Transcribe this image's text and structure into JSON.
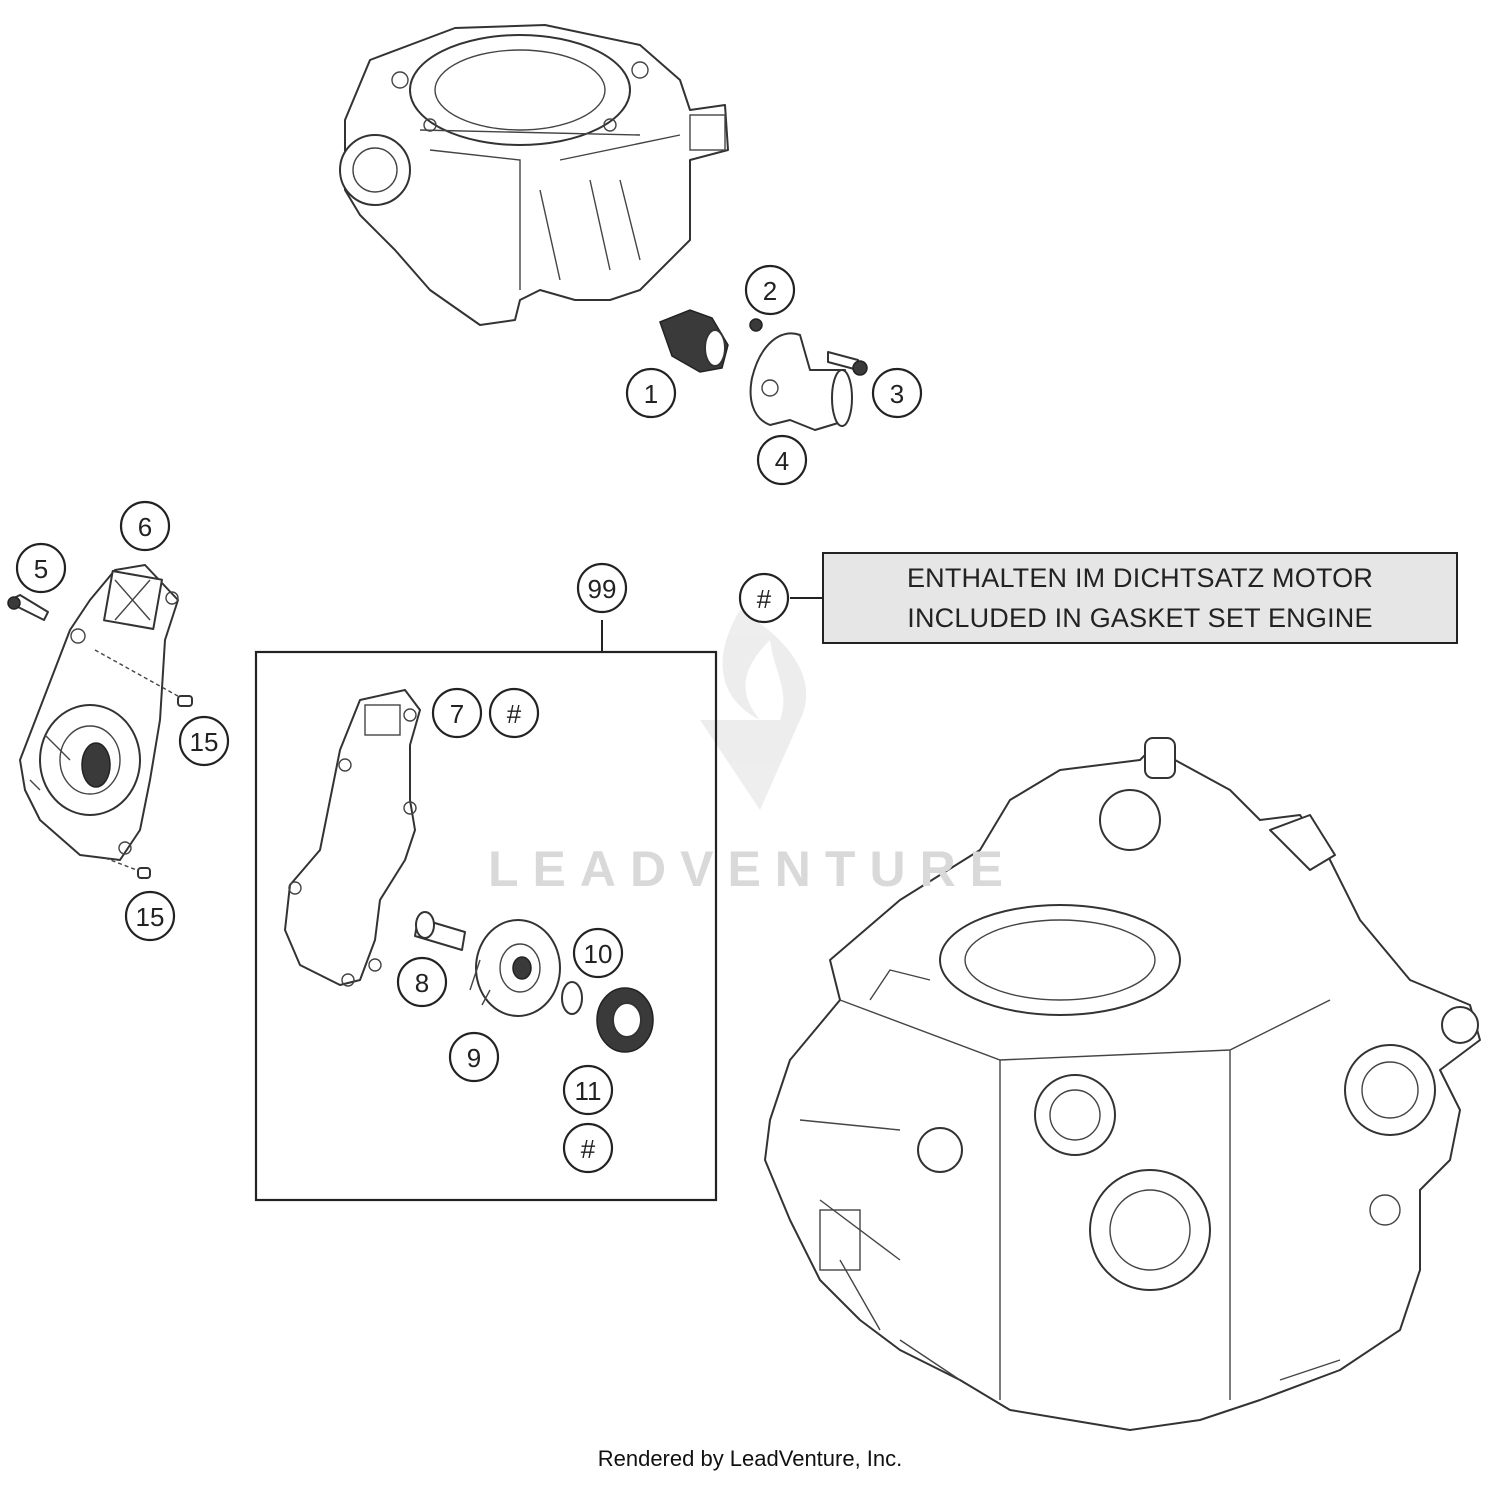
{
  "callouts": [
    {
      "id": "1",
      "label": "1"
    },
    {
      "id": "2",
      "label": "2"
    },
    {
      "id": "3",
      "label": "3"
    },
    {
      "id": "4",
      "label": "4"
    },
    {
      "id": "5",
      "label": "5"
    },
    {
      "id": "6",
      "label": "6"
    },
    {
      "id": "7",
      "label": "7"
    },
    {
      "id": "7b",
      "label": "#"
    },
    {
      "id": "8",
      "label": "8"
    },
    {
      "id": "9",
      "label": "9"
    },
    {
      "id": "10",
      "label": "10"
    },
    {
      "id": "11",
      "label": "11"
    },
    {
      "id": "11b",
      "label": "#"
    },
    {
      "id": "15a",
      "label": "15"
    },
    {
      "id": "15b",
      "label": "15"
    },
    {
      "id": "99",
      "label": "99"
    },
    {
      "id": "legend",
      "label": "#"
    }
  ],
  "legend": {
    "line1": "ENTHALTEN IM DICHTSATZ MOTOR",
    "line2": "INCLUDED IN GASKET SET ENGINE"
  },
  "watermark": "LEADVENTURE",
  "credit": "Rendered by LeadVenture, Inc."
}
